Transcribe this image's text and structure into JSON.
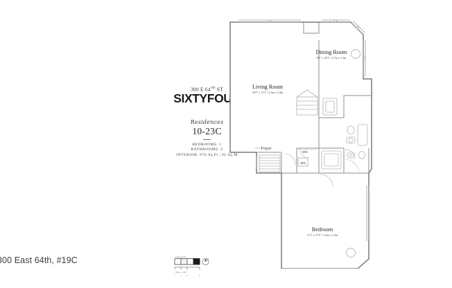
{
  "branding": {
    "address_line": "300 E 64",
    "address_sup": "TH",
    "address_suffix": " ST",
    "building_name": "SIXTYFOUR",
    "residences_script": "Residences",
    "residence_number": "10-23C",
    "specs": [
      "BEDROOMS: 1",
      "BATHROOMS: 2",
      "INTERIOR: 976 Sq Ft | 91 Sq M"
    ]
  },
  "caption": {
    "text": "300 East 64th, #19C"
  },
  "scale": {
    "title": "SCALE IN FEET",
    "ticks": [
      "0",
      "4",
      "8",
      "16"
    ],
    "units_label": "1 INCH = 1 FOOT",
    "compass_label": "N"
  },
  "floorplan": {
    "rooms": [
      {
        "name": "Living Room",
        "dims": "20'7\" x 11'3\" | 6.3m x 3.4m"
      },
      {
        "name": "Dining Room",
        "dims": "8'9\" x 10'3\" | 2.7m x 3.1m"
      },
      {
        "name": "Bedroom",
        "dims": "11'5\" x 17'0\" | 3.4m x 5.2m"
      }
    ],
    "foyer_label": "Foyer",
    "closet_label": "WIC",
    "laundry_label": "WD"
  },
  "colors": {
    "wall": "#6f6f6f",
    "fixture": "#b8b8b8",
    "text": "#231f20"
  }
}
